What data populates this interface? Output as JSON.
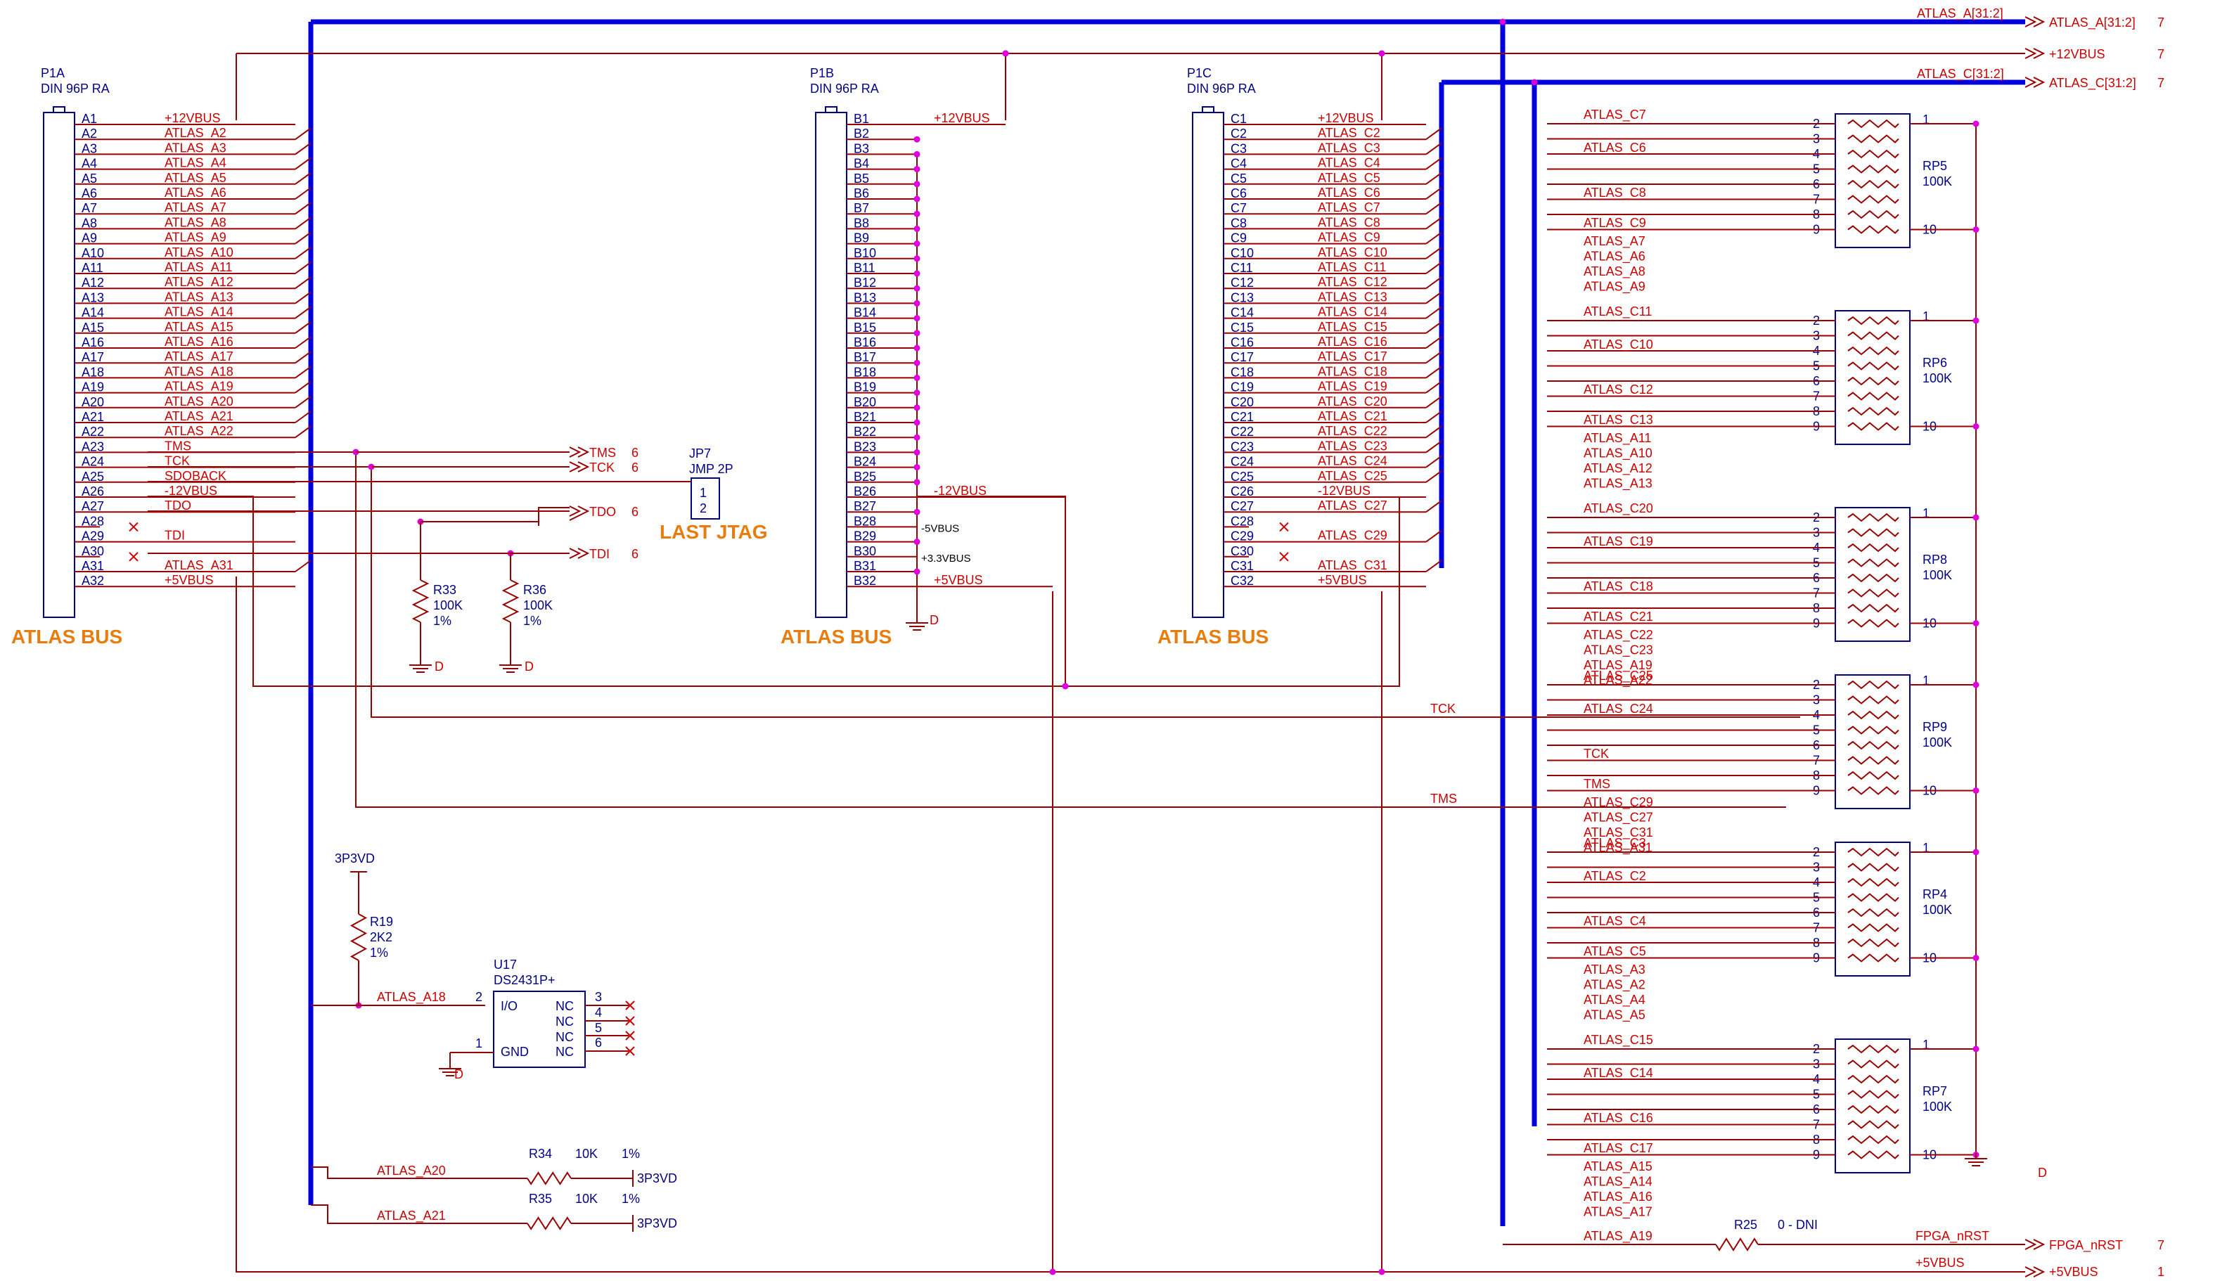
{
  "titles": {
    "bus_label": "ATLAS BUS",
    "last_jtag": "LAST JTAG"
  },
  "connectors": [
    {
      "ref": "P1A",
      "value": "DIN 96P RA"
    },
    {
      "ref": "P1B",
      "value": "DIN 96P RA"
    },
    {
      "ref": "P1C",
      "value": "DIN 96P RA"
    }
  ],
  "p1a_nets": [
    "+12VBUS",
    "ATLAS_A2",
    "ATLAS_A3",
    "ATLAS_A4",
    "ATLAS_A5",
    "ATLAS_A6",
    "ATLAS_A7",
    "ATLAS_A8",
    "ATLAS_A9",
    "ATLAS_A10",
    "ATLAS_A11",
    "ATLAS_A12",
    "ATLAS_A13",
    "ATLAS_A14",
    "ATLAS_A15",
    "ATLAS_A16",
    "ATLAS_A17",
    "ATLAS_A18",
    "ATLAS_A19",
    "ATLAS_A20",
    "ATLAS_A21",
    "ATLAS_A22",
    "TMS",
    "TCK",
    "SDOBACK",
    "-12VBUS",
    "TDO",
    "",
    "TDI",
    "",
    "ATLAS_A31",
    "+5VBUS"
  ],
  "p1b_nets": {
    "b1": "+12VBUS",
    "b26": "-12VBUS",
    "b28": "-5VBUS",
    "b30": "+3.3VBUS",
    "b32": "+5VBUS"
  },
  "p1c_nets": [
    "+12VBUS",
    "ATLAS_C2",
    "ATLAS_C3",
    "ATLAS_C4",
    "ATLAS_C5",
    "ATLAS_C6",
    "ATLAS_C7",
    "ATLAS_C8",
    "ATLAS_C9",
    "ATLAS_C10",
    "ATLAS_C11",
    "ATLAS_C12",
    "ATLAS_C13",
    "ATLAS_C14",
    "ATLAS_C15",
    "ATLAS_C16",
    "ATLAS_C17",
    "ATLAS_C18",
    "ATLAS_C19",
    "ATLAS_C20",
    "ATLAS_C21",
    "ATLAS_C22",
    "ATLAS_C23",
    "ATLAS_C24",
    "ATLAS_C25",
    "-12VBUS",
    "ATLAS_C27",
    "",
    "ATLAS_C29",
    "",
    "ATLAS_C31",
    "+5VBUS"
  ],
  "offpage": [
    {
      "bus": "ATLAS_A[31:2]",
      "port": "ATLAS_A[31:2]",
      "sheet": "7"
    },
    {
      "bus": "",
      "port": "+12VBUS",
      "sheet": "7"
    },
    {
      "bus": "ATLAS_C[31:2]",
      "port": "ATLAS_C[31:2]",
      "sheet": "7"
    },
    {
      "bus": "FPGA_nRST",
      "port": "FPGA_nRST",
      "sheet": "7"
    },
    {
      "bus": "+5VBUS",
      "port": "+5VBUS",
      "sheet": "1"
    }
  ],
  "jtag_ports": [
    {
      "name": "TMS",
      "sheet": "6"
    },
    {
      "name": "TCK",
      "sheet": "6"
    },
    {
      "name": "TDO",
      "sheet": "6"
    },
    {
      "name": "TDI",
      "sheet": "6"
    }
  ],
  "jp7": {
    "ref": "JP7",
    "value": "JMP 2P",
    "pin1": "1",
    "pin2": "2"
  },
  "resistors": [
    {
      "ref": "R33",
      "value": "100K",
      "tol": "1%"
    },
    {
      "ref": "R36",
      "value": "100K",
      "tol": "1%"
    },
    {
      "ref": "R19",
      "value": "2K2",
      "tol": "1%"
    },
    {
      "ref": "R34",
      "value": "10K",
      "tol": "1%"
    },
    {
      "ref": "R35",
      "value": "10K",
      "tol": "1%"
    },
    {
      "ref": "R25",
      "value": "0 - DNI"
    }
  ],
  "power": {
    "gnd": "D",
    "v3p3": "3P3VD"
  },
  "u17": {
    "ref": "U17",
    "value": "DS2431P+",
    "io": "I/O",
    "gnd": "GND",
    "nc": "NC",
    "pins": [
      "2",
      "1",
      "3",
      "4",
      "5",
      "6"
    ]
  },
  "u17_nets": {
    "io": "ATLAS_A18",
    "r34": "ATLAS_A20",
    "r35": "ATLAS_A21"
  },
  "mid_nets": {
    "tck": "TCK",
    "tms": "TMS",
    "a19": "ATLAS_A19",
    "fpga": "FPGA_nRST",
    "p5v": "+5VBUS"
  },
  "rpacks": [
    {
      "ref": "RP5",
      "value": "100K",
      "nets": [
        "ATLAS_C7",
        "ATLAS_C6",
        "ATLAS_C8",
        "ATLAS_C9",
        "ATLAS_A7",
        "ATLAS_A6",
        "ATLAS_A8",
        "ATLAS_A9"
      ]
    },
    {
      "ref": "RP6",
      "value": "100K",
      "nets": [
        "ATLAS_C11",
        "ATLAS_C10",
        "ATLAS_C12",
        "ATLAS_C13",
        "ATLAS_A11",
        "ATLAS_A10",
        "ATLAS_A12",
        "ATLAS_A13"
      ]
    },
    {
      "ref": "RP8",
      "value": "100K",
      "nets": [
        "ATLAS_C20",
        "ATLAS_C19",
        "ATLAS_C18",
        "ATLAS_C21",
        "ATLAS_C22",
        "ATLAS_C23",
        "ATLAS_A19",
        "ATLAS_A22"
      ]
    },
    {
      "ref": "RP9",
      "value": "100K",
      "nets": [
        "ATLAS_C25",
        "ATLAS_C24",
        "TCK",
        "TMS",
        "ATLAS_C29",
        "ATLAS_C27",
        "ATLAS_C31",
        "ATLAS_A31"
      ]
    },
    {
      "ref": "RP4",
      "value": "100K",
      "nets": [
        "ATLAS_C3",
        "ATLAS_C2",
        "ATLAS_C4",
        "ATLAS_C5",
        "ATLAS_A3",
        "ATLAS_A2",
        "ATLAS_A4",
        "ATLAS_A5"
      ]
    },
    {
      "ref": "RP7",
      "value": "100K",
      "nets": [
        "ATLAS_C15",
        "ATLAS_C14",
        "ATLAS_C16",
        "ATLAS_C17",
        "ATLAS_A15",
        "ATLAS_A14",
        "ATLAS_A16",
        "ATLAS_A17"
      ]
    }
  ],
  "colors": {
    "wire": "#990000",
    "bus": "#0000dd",
    "net_text": "#cc0000",
    "pin_text": "#000088",
    "title": "#e87d0d",
    "junction": "#dd00dd"
  }
}
